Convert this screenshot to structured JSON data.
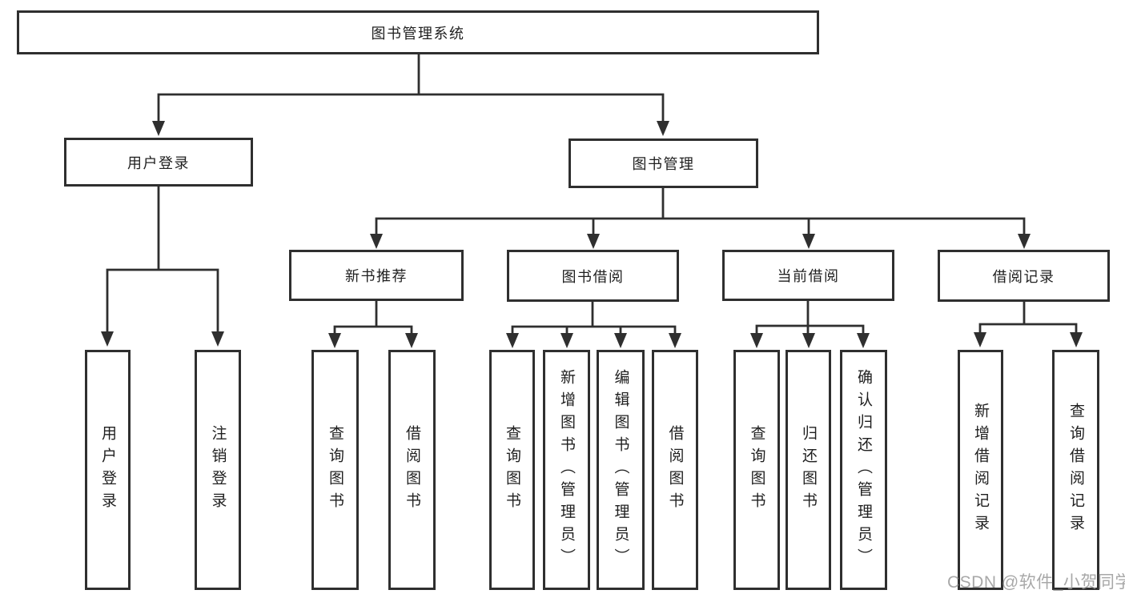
{
  "diagram": {
    "root": {
      "label": "图书管理系统"
    },
    "branches": [
      {
        "label": "用户登录",
        "children": [
          {
            "label": "用户登录"
          },
          {
            "label": "注销登录"
          }
        ]
      },
      {
        "label": "图书管理",
        "children": [
          {
            "label": "新书推荐",
            "children": [
              {
                "label": "查询图书"
              },
              {
                "label": "借阅图书"
              }
            ]
          },
          {
            "label": "图书借阅",
            "children": [
              {
                "label": "查询图书"
              },
              {
                "label": "新增图书（管理员）"
              },
              {
                "label": "编辑图书（管理员）"
              },
              {
                "label": "借阅图书"
              }
            ]
          },
          {
            "label": "当前借阅",
            "children": [
              {
                "label": "查询图书"
              },
              {
                "label": "归还图书"
              },
              {
                "label": "确认归还（管理员）"
              }
            ]
          },
          {
            "label": "借阅记录",
            "children": [
              {
                "label": "新增借阅记录"
              },
              {
                "label": "查询借阅记录"
              }
            ]
          }
        ]
      }
    ],
    "watermark": "CSDN @软件_小贺同学",
    "colors": {
      "line": "#2f2f2f",
      "box_border": "#2f2f2f",
      "background": "#ffffff",
      "text": "#1f1f1f",
      "watermark": "#9a9a9a"
    }
  }
}
